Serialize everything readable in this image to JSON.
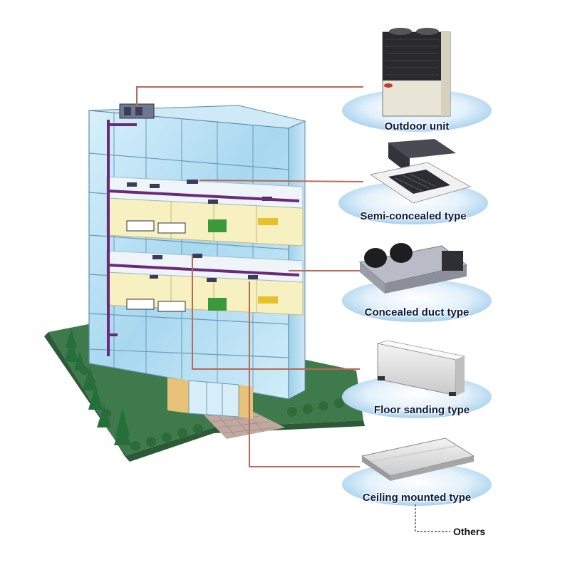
{
  "units": [
    {
      "id": "outdoor",
      "label": "Outdoor unit",
      "icon": "outdoor-unit-icon"
    },
    {
      "id": "semi",
      "label": "Semi-concealed type",
      "icon": "cassette-unit-icon"
    },
    {
      "id": "duct",
      "label": "Concealed duct type",
      "icon": "duct-unit-icon"
    },
    {
      "id": "floor",
      "label": "Floor sanding type",
      "icon": "floor-unit-icon"
    },
    {
      "id": "ceiling",
      "label": "Ceiling mounted type",
      "icon": "ceiling-unit-icon"
    }
  ],
  "others_label": "Others",
  "colors": {
    "connector": "#b86a55",
    "pipe": "#6a2a7a",
    "glass": "#bfe3f5",
    "room": "#f7f0c0",
    "lawn": "#3f7a4c",
    "ellipse": "#d9ecf8"
  }
}
